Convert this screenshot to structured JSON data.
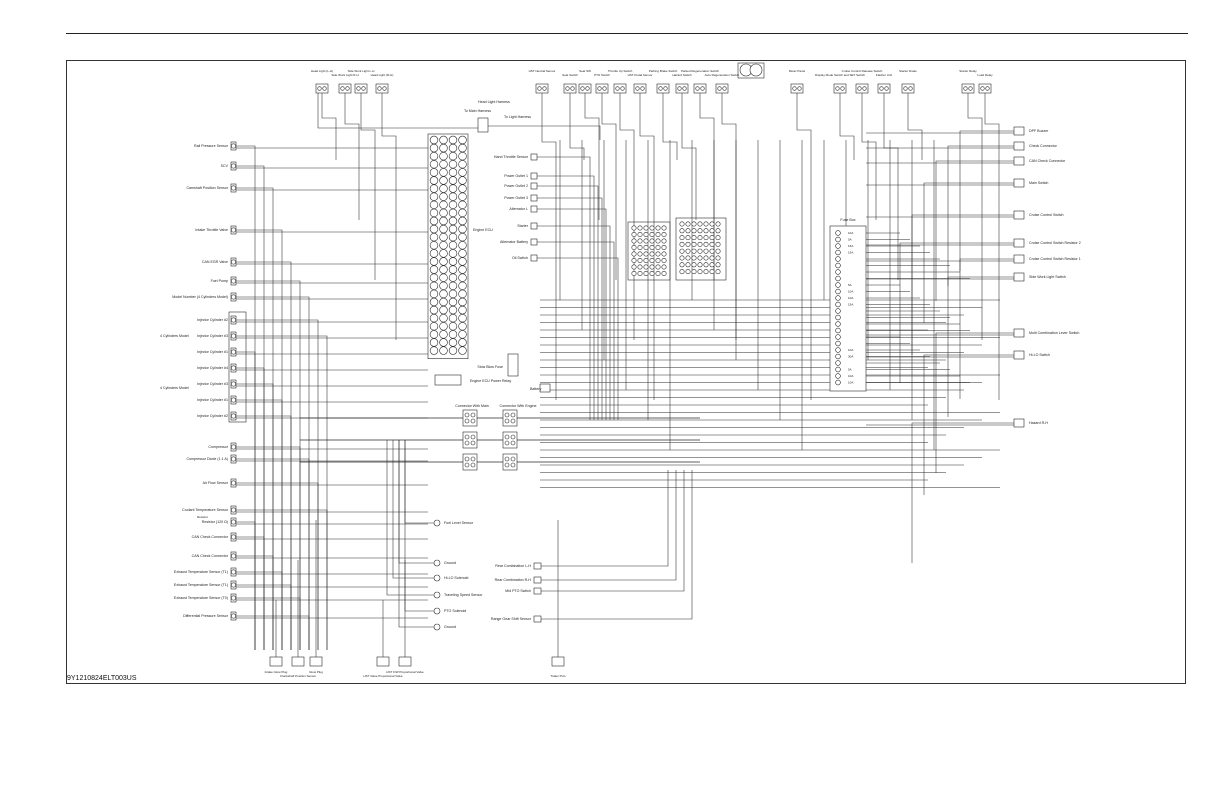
{
  "figure_id": "9Y1210824ELT003US",
  "top_components": [
    "Head Light (L-H)",
    "Side Work Light R-H",
    "Side Work Light L-H",
    "Head Light (R-H)",
    "HST Neutral Sensor",
    "Seat Switch",
    "Seat SW",
    "PTO Switch",
    "Throttle Up Switch",
    "HST Pedal Sensor",
    "Parking Brake Switch",
    "Hazard Switch",
    "Parked Regeneration Switch",
    "Auto Regeneration Switch",
    "Meter Panel",
    "Display Mode Switch and SET Switch",
    "Cruise Control Release Switch",
    "Flasher Unit",
    "Starter Relay",
    "Load Relay",
    "Starter Diode"
  ],
  "harness_labels": {
    "head_light_harness": "Head Light Harness",
    "to_main_harness": "To Main Harness",
    "to_light_harness": "To Light Harness",
    "engine_ecu": "Engine ECU",
    "fuse_box": "Fuse Box",
    "connector_with_main": "Connector With Main",
    "connector_with_engine": "Connector With Engine",
    "slow_blow_fuse": "Slow Blow Fuse",
    "battery": "Battery",
    "engine_ecu_power_relay": "Engine ECU Power Relay"
  },
  "left_components": [
    "Rail Pressure Sensor",
    "SCV",
    "Camshaft Position Sensor",
    "Intake Throttle Valve",
    "CAN EGR Valve",
    "Fuel Pump",
    "Model Number (4 Cylinders Model)",
    "Injector Cylinder #2",
    "Injector Cylinder #3",
    "Injector Cylinder #1",
    "Injector Cylinder #4",
    "Injector Cylinder #3",
    "Injector Cylinder #1",
    "Injector Cylinder #2",
    "Compressor",
    "Compressor Diode (1.1 A)",
    "Air Flow Sensor",
    "Coolant Temperature Sensor",
    "Resistor (120 Ω)",
    "CAN Check Connector",
    "CAN Check Connector",
    "Exhaust Temperature Sensor (T1)",
    "Exhaust Temperature Sensor (T1)",
    "Exhaust Temperature Sensor (T0)",
    "Differential Pressure Sensor"
  ],
  "group_labels": {
    "model_a": "4 Cylinders Model",
    "model_b": "4 Cylinders Model"
  },
  "resistor_tag": "Resistor",
  "mid_components": [
    "Hand Throttle Sensor",
    "Power Outlet 1",
    "Power Outlet 2",
    "Power Outlet 3",
    "Alternator L",
    "Starter",
    "Alternator Battery",
    "Oil Switch"
  ],
  "lower_mid_components": [
    "Fuel Level Sensor",
    "Ground",
    "Hi-LO Solenoid",
    "Traveling Speed Sensor",
    "PTO Solenoid",
    "Ground",
    "Rear Combination L-H",
    "Rear Combination R-H",
    "Mid PTO Switch",
    "Range Gear Shift Sensor"
  ],
  "bottom_components": [
    "Intake Glow Plug",
    "Crankshaft Position Sensor",
    "Glow Plug",
    "HST Valve Proportional Valve",
    "HST F/W Proportional Valve",
    "Trailer PLG"
  ],
  "right_components": [
    "DPF Buzzer",
    "Check Connector",
    "CAN Check Connector",
    "Main Switch",
    "Cruise Control Switch",
    "Cruise Control Switch Resistor 2",
    "Cruise Control Switch Resistor 1",
    "Side Work Light Switch",
    "Multi Combination Lever Switch",
    "Hi-LO Switch",
    "Hazard R-H"
  ],
  "fuse_labels": [
    "10A",
    "5A",
    "15A",
    "15A",
    "",
    "",
    "",
    "",
    "5A",
    "10A",
    "10A",
    "15A",
    "",
    "",
    "",
    "",
    "",
    "",
    "10A",
    "30A",
    "",
    "5A",
    "10A",
    "10A"
  ],
  "colors": {
    "line": "#2a2a2a",
    "frame": "#333333"
  }
}
